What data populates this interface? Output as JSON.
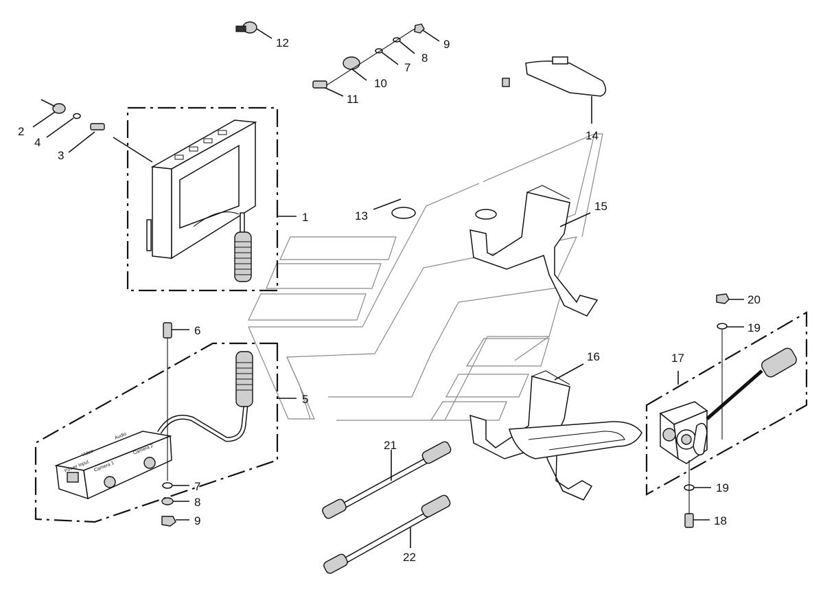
{
  "diagram": {
    "labels": {
      "p1": "1",
      "p2": "2",
      "p3": "3",
      "p4": "4",
      "p5": "5",
      "p6": "6",
      "p7a": "7",
      "p7b": "7",
      "p8a": "8",
      "p8b": "8",
      "p9a": "9",
      "p9b": "9",
      "p10": "10",
      "p11": "11",
      "p12": "12",
      "p13": "13",
      "p14": "14",
      "p15": "15",
      "p16": "16",
      "p17": "17",
      "p18": "18",
      "p19a": "19",
      "p19b": "19",
      "p20": "20",
      "p21": "21",
      "p22": "22"
    },
    "box_text": {
      "video": "Video",
      "audio": "Audio",
      "power_input": "Power Input",
      "camera1": "Camera 1",
      "camera2": "Camera 2"
    }
  }
}
